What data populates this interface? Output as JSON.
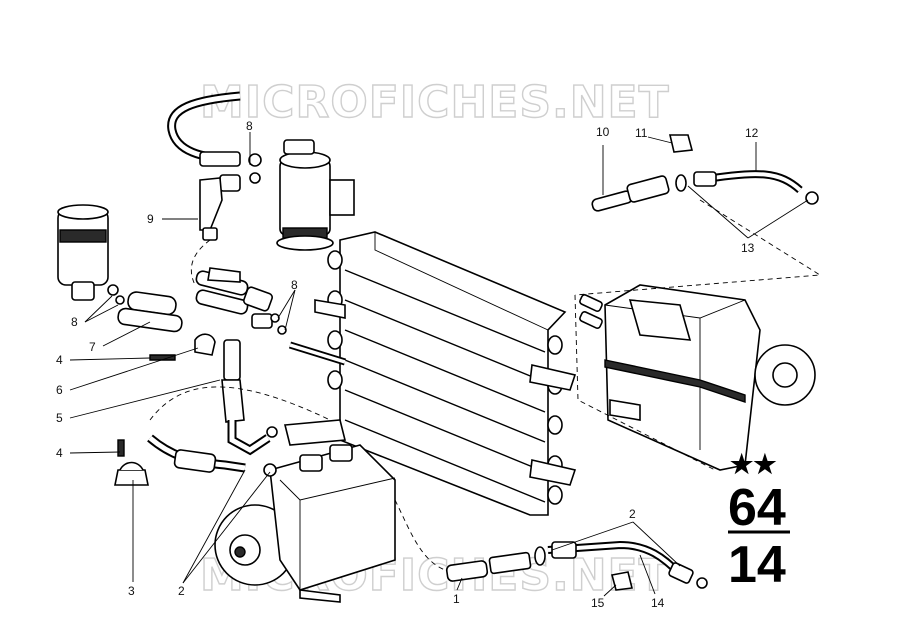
{
  "watermark": {
    "top": "MICROFICHES.NET",
    "bottom": "MICROFICHES.NET"
  },
  "catalog": {
    "stars": "★★",
    "group": "64",
    "subgroup": "14"
  },
  "callouts": [
    {
      "id": "c1",
      "label": "1"
    },
    {
      "id": "c2a",
      "label": "2"
    },
    {
      "id": "c2b",
      "label": "2"
    },
    {
      "id": "c3",
      "label": "3"
    },
    {
      "id": "c4a",
      "label": "4"
    },
    {
      "id": "c4b",
      "label": "4"
    },
    {
      "id": "c5",
      "label": "5"
    },
    {
      "id": "c6",
      "label": "6"
    },
    {
      "id": "c7",
      "label": "7"
    },
    {
      "id": "c8a",
      "label": "8"
    },
    {
      "id": "c8b",
      "label": "8"
    },
    {
      "id": "c8c",
      "label": "8"
    },
    {
      "id": "c9",
      "label": "9"
    },
    {
      "id": "c10",
      "label": "10"
    },
    {
      "id": "c11",
      "label": "11"
    },
    {
      "id": "c12",
      "label": "12"
    },
    {
      "id": "c13",
      "label": "13"
    },
    {
      "id": "c14",
      "label": "14"
    },
    {
      "id": "c15",
      "label": "15"
    }
  ]
}
